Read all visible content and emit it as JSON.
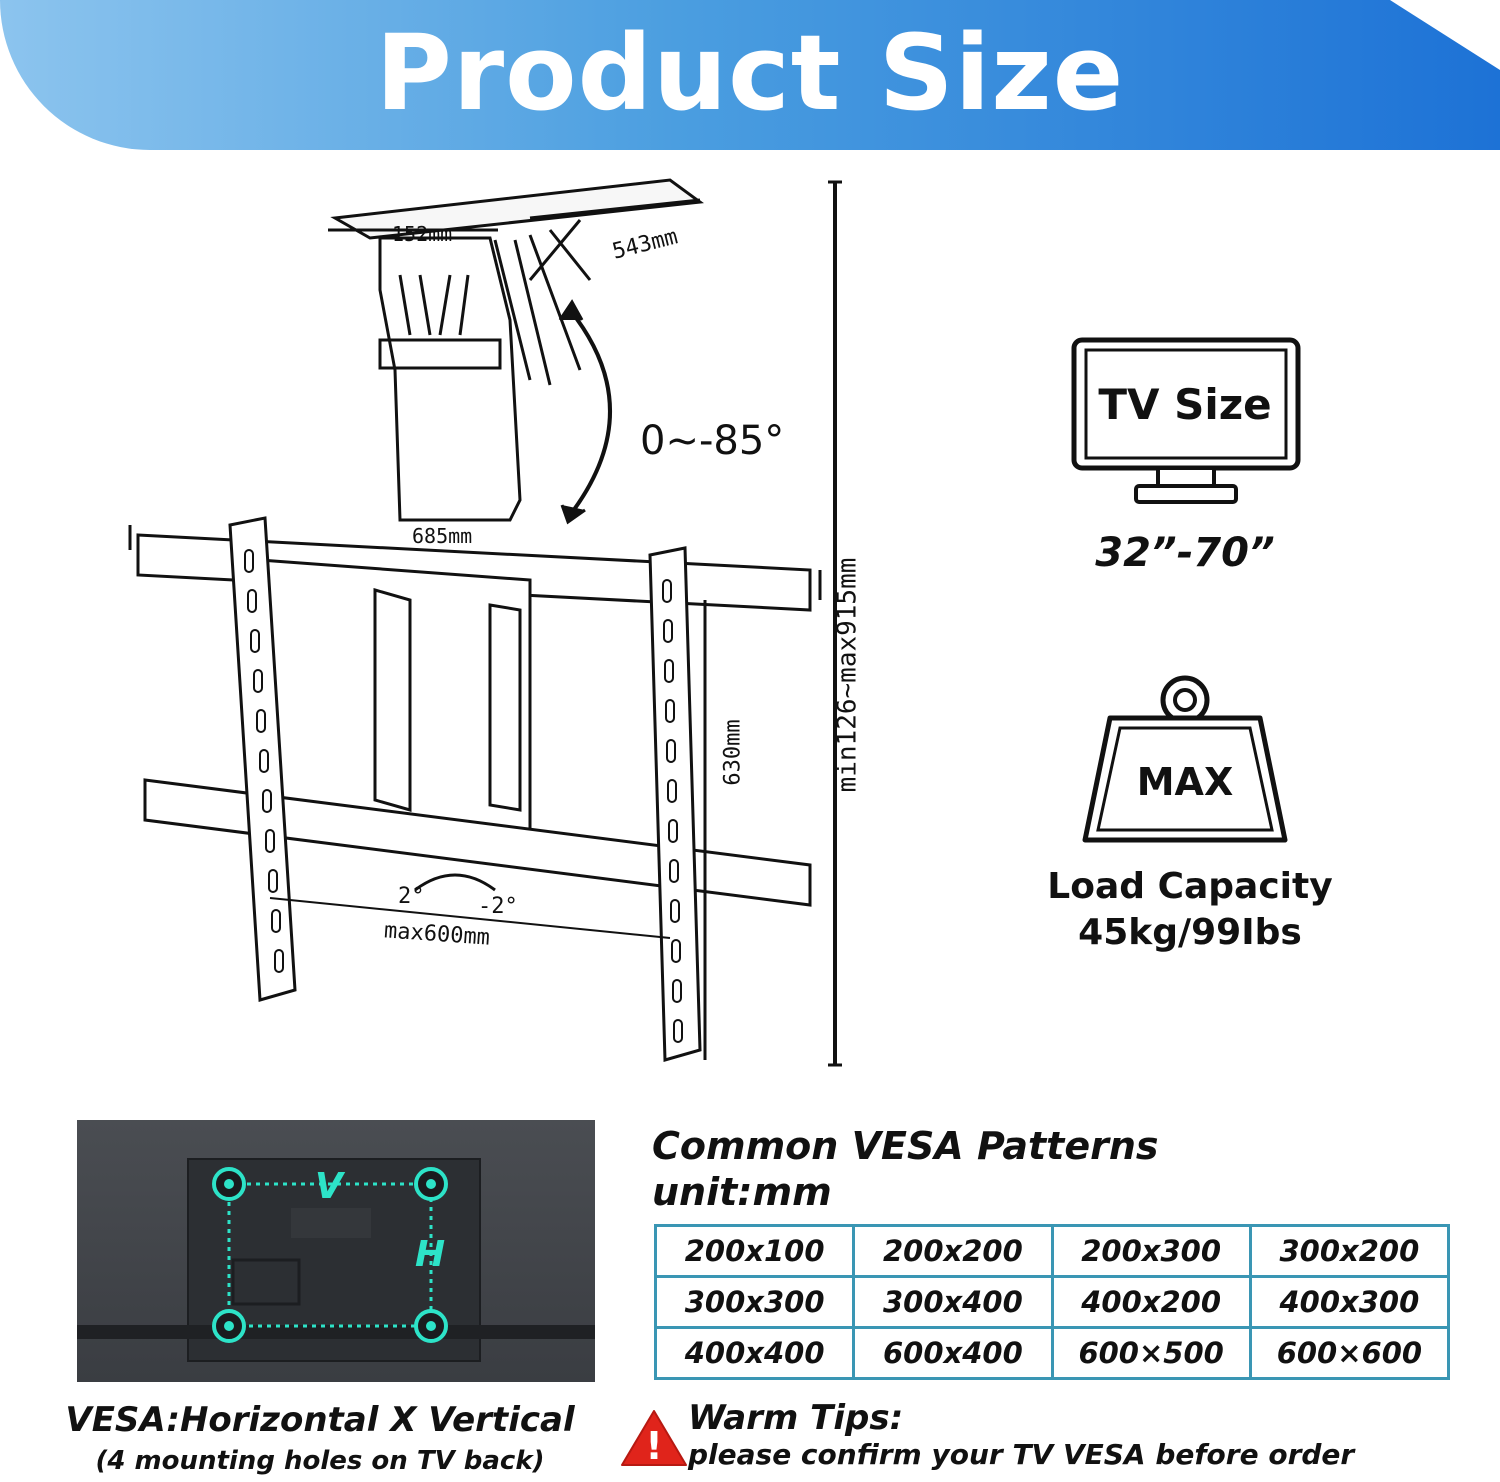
{
  "header": {
    "title": "Product Size"
  },
  "diagram": {
    "top_width": "152mm",
    "top_depth": "543mm",
    "tilt_range": "0~-85°",
    "arm_width": "685mm",
    "plate_height": "630mm",
    "total_height": "min126~max915mm",
    "left_tilt": "2°",
    "right_tilt": "-2°",
    "max_width": "max600mm"
  },
  "tv_size": {
    "icon_label": "TV Size",
    "range": "32”-70”"
  },
  "load": {
    "icon_label": "MAX",
    "title": "Load Capacity",
    "value": "45kg/99Ibs"
  },
  "vesa_photo": {
    "v_label": "V",
    "h_label": "H",
    "caption": "VESA:Horizontal X Vertical",
    "sub_caption": "(4 mounting holes on TV back)"
  },
  "vesa_table": {
    "title": "Common VESA Patterns",
    "unit": "unit:mm",
    "rows": [
      [
        "200x100",
        "200x200",
        "200x300",
        "300x200"
      ],
      [
        "300x300",
        "300x400",
        "400x200",
        "400x300"
      ],
      [
        "400x400",
        "600x400",
        "600×500",
        "600×600"
      ]
    ]
  },
  "tips": {
    "icon_symbol": "!",
    "title": "Warm Tips:",
    "text": "please confirm your TV VESA before order"
  },
  "colors": {
    "banner_start": "#8cc4ee",
    "banner_end": "#1d72d6",
    "table_border": "#3a96b4",
    "vesa_accent": "#2de3c8",
    "warning_red": "#e0241b"
  }
}
